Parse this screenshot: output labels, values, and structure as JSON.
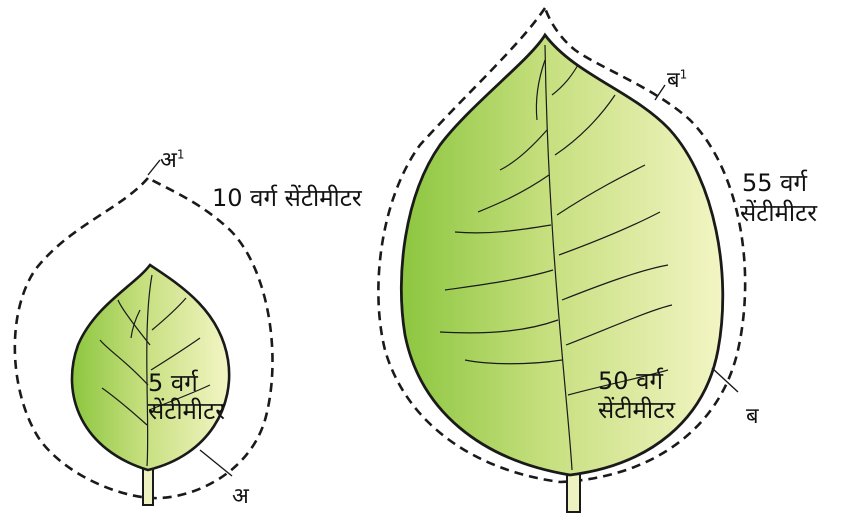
{
  "colors": {
    "leaf_light": "#f3f5c4",
    "leaf_dark": "#8cc63f",
    "outline": "#1a1a1a"
  },
  "small_leaf": {
    "label": "अ",
    "label_prime": "अ",
    "label_prime_sup": "1",
    "area_inner_line1": "5 वर्ग",
    "area_inner_line2": "सेंटीमीटर",
    "area_outer": "10 वर्ग सेंटीमीटर"
  },
  "large_leaf": {
    "label": "ब",
    "label_prime": "ब",
    "label_prime_sup": "1",
    "area_inner_line1": "50 वर्ग",
    "area_inner_line2": "सेंटीमीटर",
    "area_outer_line1": "55 वर्ग",
    "area_outer_line2": "सेंटीमीटर"
  }
}
